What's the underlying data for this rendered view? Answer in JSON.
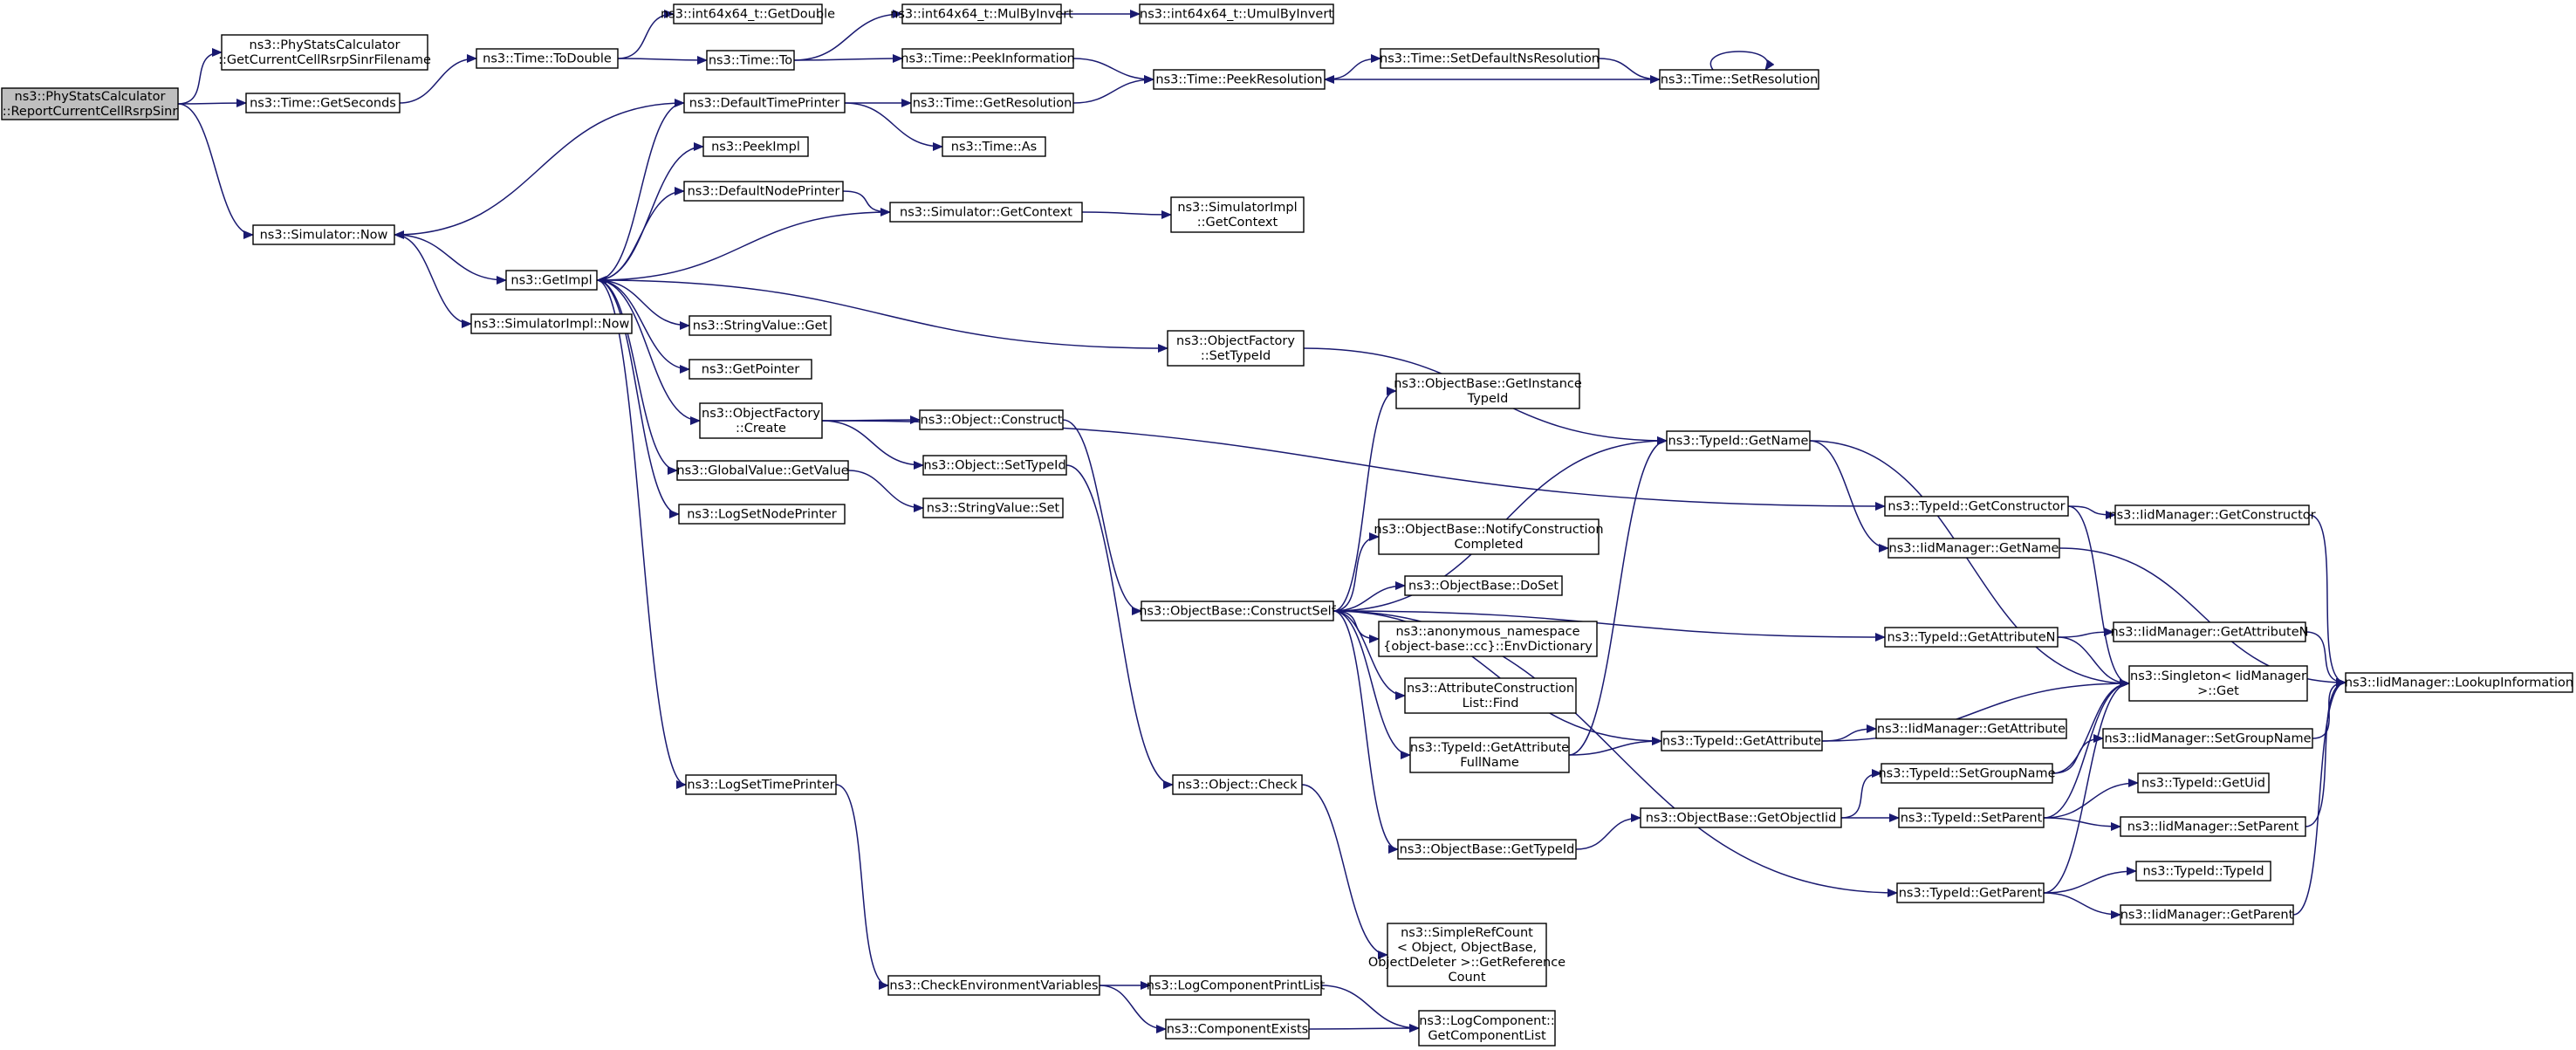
{
  "colors": {
    "edge": "#191970",
    "node_fill": "#ffffff",
    "root_fill": "#bfbfbf",
    "border": "#000000"
  },
  "nodes": [
    {
      "id": "report",
      "lines": [
        "ns3::PhyStatsCalculator",
        "::ReportCurrentCellRsrpSinr"
      ],
      "root": true
    },
    {
      "id": "getfilename",
      "lines": [
        "ns3::PhyStatsCalculator",
        "::GetCurrentCellRsrpSinrFilename"
      ]
    },
    {
      "id": "getseconds",
      "lines": [
        "ns3::Time::GetSeconds"
      ]
    },
    {
      "id": "todouble",
      "lines": [
        "ns3::Time::ToDouble"
      ]
    },
    {
      "id": "getdouble",
      "lines": [
        "ns3::int64x64_t::GetDouble"
      ]
    },
    {
      "id": "to",
      "lines": [
        "ns3::Time::To"
      ]
    },
    {
      "id": "mulbyinvert",
      "lines": [
        "ns3::int64x64_t::MulByInvert"
      ]
    },
    {
      "id": "umulbyinvert",
      "lines": [
        "ns3::int64x64_t::UmulByInvert"
      ]
    },
    {
      "id": "peekinfo",
      "lines": [
        "ns3::Time::PeekInformation"
      ]
    },
    {
      "id": "peekres",
      "lines": [
        "ns3::Time::PeekResolution"
      ]
    },
    {
      "id": "setdefns",
      "lines": [
        "ns3::Time::SetDefaultNsResolution"
      ]
    },
    {
      "id": "setres",
      "lines": [
        "ns3::Time::SetResolution"
      ]
    },
    {
      "id": "deftimeprinter",
      "lines": [
        "ns3::DefaultTimePrinter"
      ]
    },
    {
      "id": "getres",
      "lines": [
        "ns3::Time::GetResolution"
      ]
    },
    {
      "id": "timeas",
      "lines": [
        "ns3::Time::As"
      ]
    },
    {
      "id": "peekimpl",
      "lines": [
        "ns3::PeekImpl"
      ]
    },
    {
      "id": "defnodeprinter",
      "lines": [
        "ns3::DefaultNodePrinter"
      ]
    },
    {
      "id": "simgetcontext",
      "lines": [
        "ns3::Simulator::GetContext"
      ]
    },
    {
      "id": "simimplgetcontext",
      "lines": [
        "ns3::SimulatorImpl",
        "::GetContext"
      ]
    },
    {
      "id": "simnow",
      "lines": [
        "ns3::Simulator::Now"
      ]
    },
    {
      "id": "getimpl",
      "lines": [
        "ns3::GetImpl"
      ]
    },
    {
      "id": "simimplnow",
      "lines": [
        "ns3::SimulatorImpl::Now"
      ]
    },
    {
      "id": "stringvalueget",
      "lines": [
        "ns3::StringValue::Get"
      ]
    },
    {
      "id": "objfactsettypeid",
      "lines": [
        "ns3::ObjectFactory",
        "::SetTypeId"
      ]
    },
    {
      "id": "getpointer",
      "lines": [
        "ns3::GetPointer"
      ]
    },
    {
      "id": "objfactcreate",
      "lines": [
        "ns3::ObjectFactory",
        "::Create"
      ]
    },
    {
      "id": "objconstruct",
      "lines": [
        "ns3::Object::Construct"
      ]
    },
    {
      "id": "objsettypeid",
      "lines": [
        "ns3::Object::SetTypeId"
      ]
    },
    {
      "id": "globalgetvalue",
      "lines": [
        "ns3::GlobalValue::GetValue"
      ]
    },
    {
      "id": "stringvalueset",
      "lines": [
        "ns3::StringValue::Set"
      ]
    },
    {
      "id": "logsetnodeprinter",
      "lines": [
        "ns3::LogSetNodePrinter"
      ]
    },
    {
      "id": "logsettimeprinter",
      "lines": [
        "ns3::LogSetTimePrinter"
      ]
    },
    {
      "id": "objcheck",
      "lines": [
        "ns3::Object::Check"
      ]
    },
    {
      "id": "constructself",
      "lines": [
        "ns3::ObjectBase::ConstructSelf"
      ]
    },
    {
      "id": "getinstancetypeid",
      "lines": [
        "ns3::ObjectBase::GetInstance",
        "TypeId"
      ]
    },
    {
      "id": "typeidgetname",
      "lines": [
        "ns3::TypeId::GetName"
      ]
    },
    {
      "id": "notifyconstr",
      "lines": [
        "ns3::ObjectBase::NotifyConstruction",
        "Completed"
      ]
    },
    {
      "id": "doset",
      "lines": [
        "ns3::ObjectBase::DoSet"
      ]
    },
    {
      "id": "envdict",
      "lines": [
        "ns3::anonymous_namespace",
        "{object-base::cc}::EnvDictionary"
      ]
    },
    {
      "id": "attrconstrfind",
      "lines": [
        "ns3::AttributeConstruction",
        "List::Find"
      ]
    },
    {
      "id": "getattrfullname",
      "lines": [
        "ns3::TypeId::GetAttribute",
        "FullName"
      ]
    },
    {
      "id": "typeidgetattr",
      "lines": [
        "ns3::TypeId::GetAttribute"
      ]
    },
    {
      "id": "getobjectiid",
      "lines": [
        "ns3::ObjectBase::GetObjectIid"
      ]
    },
    {
      "id": "objbasegettypeid",
      "lines": [
        "ns3::ObjectBase::GetTypeId"
      ]
    },
    {
      "id": "typeidgetconstructor",
      "lines": [
        "ns3::TypeId::GetConstructor"
      ]
    },
    {
      "id": "iidgetname",
      "lines": [
        "ns3::IidManager::GetName"
      ]
    },
    {
      "id": "typeidgetattrn",
      "lines": [
        "ns3::TypeId::GetAttributeN"
      ]
    },
    {
      "id": "singletonget",
      "lines": [
        "ns3::Singleton< IidManager",
        ">::Get"
      ]
    },
    {
      "id": "iidgetattr",
      "lines": [
        "ns3::IidManager::GetAttribute"
      ]
    },
    {
      "id": "typeidsetgroupname",
      "lines": [
        "ns3::TypeId::SetGroupName"
      ]
    },
    {
      "id": "typeidsetparent",
      "lines": [
        "ns3::TypeId::SetParent"
      ]
    },
    {
      "id": "typeidgetparent",
      "lines": [
        "ns3::TypeId::GetParent"
      ]
    },
    {
      "id": "iidgetconstructor",
      "lines": [
        "ns3::IidManager::GetConstructor"
      ]
    },
    {
      "id": "iidgetattrn",
      "lines": [
        "ns3::IidManager::GetAttributeN"
      ]
    },
    {
      "id": "iidsetgroupname",
      "lines": [
        "ns3::IidManager::SetGroupName"
      ]
    },
    {
      "id": "typeidgetuid",
      "lines": [
        "ns3::TypeId::GetUid"
      ]
    },
    {
      "id": "iidsetparent",
      "lines": [
        "ns3::IidManager::SetParent"
      ]
    },
    {
      "id": "typeidtypeid",
      "lines": [
        "ns3::TypeId::TypeId"
      ]
    },
    {
      "id": "iidgetparent",
      "lines": [
        "ns3::IidManager::GetParent"
      ]
    },
    {
      "id": "iidlookup",
      "lines": [
        "ns3::IidManager::LookupInformation"
      ]
    },
    {
      "id": "simplerefcount",
      "lines": [
        "ns3::SimpleRefCount",
        "< Object, ObjectBase,",
        "ObjectDeleter >::GetReference",
        "Count"
      ]
    },
    {
      "id": "checkenv",
      "lines": [
        "ns3::CheckEnvironmentVariables"
      ]
    },
    {
      "id": "logcompprintlist",
      "lines": [
        "ns3::LogComponentPrintList"
      ]
    },
    {
      "id": "compexists",
      "lines": [
        "ns3::ComponentExists"
      ]
    },
    {
      "id": "logcompgetlist",
      "lines": [
        "ns3::LogComponent::",
        "GetComponentList"
      ]
    }
  ],
  "edges": [
    [
      "report",
      "getfilename"
    ],
    [
      "report",
      "getseconds"
    ],
    [
      "report",
      "simnow"
    ],
    [
      "getseconds",
      "todouble"
    ],
    [
      "todouble",
      "getdouble"
    ],
    [
      "todouble",
      "to"
    ],
    [
      "to",
      "mulbyinvert"
    ],
    [
      "to",
      "peekinfo"
    ],
    [
      "mulbyinvert",
      "umulbyinvert"
    ],
    [
      "peekinfo",
      "peekres"
    ],
    [
      "peekres",
      "setdefns"
    ],
    [
      "setdefns",
      "setres"
    ],
    [
      "setres",
      "peekres"
    ],
    [
      "setres",
      "setres"
    ],
    [
      "deftimeprinter",
      "getres"
    ],
    [
      "deftimeprinter",
      "timeas"
    ],
    [
      "deftimeprinter",
      "simnow"
    ],
    [
      "getres",
      "peekres"
    ],
    [
      "defnodeprinter",
      "simgetcontext"
    ],
    [
      "simgetcontext",
      "simimplgetcontext"
    ],
    [
      "simgetcontext",
      "getimpl"
    ],
    [
      "simnow",
      "getimpl"
    ],
    [
      "simnow",
      "simimplnow"
    ],
    [
      "getimpl",
      "deftimeprinter"
    ],
    [
      "getimpl",
      "peekimpl"
    ],
    [
      "getimpl",
      "defnodeprinter"
    ],
    [
      "getimpl",
      "stringvalueget"
    ],
    [
      "getimpl",
      "objfactsettypeid"
    ],
    [
      "getimpl",
      "getpointer"
    ],
    [
      "getimpl",
      "objfactcreate"
    ],
    [
      "getimpl",
      "globalgetvalue"
    ],
    [
      "getimpl",
      "logsetnodeprinter"
    ],
    [
      "getimpl",
      "logsettimeprinter"
    ],
    [
      "objfactsettypeid",
      "typeidgetname"
    ],
    [
      "objfactcreate",
      "typeidgetconstructor"
    ],
    [
      "objfactcreate",
      "objconstruct"
    ],
    [
      "objfactcreate",
      "objsettypeid"
    ],
    [
      "globalgetvalue",
      "stringvalueset"
    ],
    [
      "objconstruct",
      "constructself"
    ],
    [
      "objsettypeid",
      "objcheck"
    ],
    [
      "objcheck",
      "simplerefcount"
    ],
    [
      "logsettimeprinter",
      "checkenv"
    ],
    [
      "checkenv",
      "logcompprintlist"
    ],
    [
      "checkenv",
      "compexists"
    ],
    [
      "logcompprintlist",
      "logcompgetlist"
    ],
    [
      "compexists",
      "logcompgetlist"
    ],
    [
      "constructself",
      "getinstancetypeid"
    ],
    [
      "constructself",
      "typeidgetname"
    ],
    [
      "constructself",
      "typeidgetattrn"
    ],
    [
      "constructself",
      "notifyconstr"
    ],
    [
      "constructself",
      "doset"
    ],
    [
      "constructself",
      "envdict"
    ],
    [
      "constructself",
      "attrconstrfind"
    ],
    [
      "constructself",
      "getattrfullname"
    ],
    [
      "constructself",
      "typeidgetattr"
    ],
    [
      "constructself",
      "objbasegettypeid"
    ],
    [
      "constructself",
      "typeidgetparent"
    ],
    [
      "getattrfullname",
      "typeidgetname"
    ],
    [
      "getattrfullname",
      "typeidgetattr"
    ],
    [
      "typeidgetattr",
      "singletonget"
    ],
    [
      "typeidgetattr",
      "iidgetattr"
    ],
    [
      "objbasegettypeid",
      "getobjectiid"
    ],
    [
      "getobjectiid",
      "typeidsetgroupname"
    ],
    [
      "getobjectiid",
      "typeidsetparent"
    ],
    [
      "typeidgetname",
      "iidgetname"
    ],
    [
      "typeidgetname",
      "singletonget"
    ],
    [
      "typeidgetconstructor",
      "iidgetconstructor"
    ],
    [
      "typeidgetconstructor",
      "singletonget"
    ],
    [
      "typeidgetattrn",
      "iidgetattrn"
    ],
    [
      "typeidgetattrn",
      "singletonget"
    ],
    [
      "typeidsetgroupname",
      "singletonget"
    ],
    [
      "typeidsetgroupname",
      "iidsetgroupname"
    ],
    [
      "typeidsetparent",
      "singletonget"
    ],
    [
      "typeidsetparent",
      "typeidgetuid"
    ],
    [
      "typeidsetparent",
      "iidsetparent"
    ],
    [
      "typeidgetparent",
      "singletonget"
    ],
    [
      "typeidgetparent",
      "typeidtypeid"
    ],
    [
      "typeidgetparent",
      "iidgetparent"
    ],
    [
      "iidgetname",
      "iidlookup"
    ],
    [
      "iidgetconstructor",
      "iidlookup"
    ],
    [
      "iidgetattrn",
      "iidlookup"
    ],
    [
      "iidsetgroupname",
      "iidlookup"
    ],
    [
      "iidsetparent",
      "iidlookup"
    ],
    [
      "iidgetparent",
      "iidlookup"
    ]
  ]
}
